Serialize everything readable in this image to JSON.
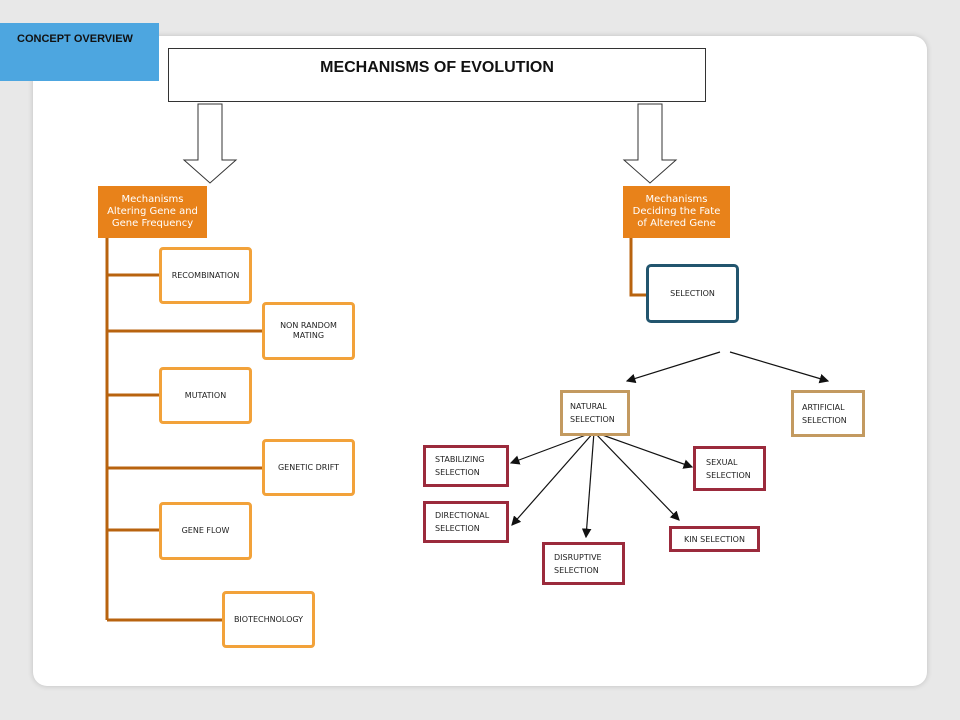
{
  "tag": {
    "label": "CONCEPT OVERVIEW"
  },
  "title": "MECHANISMS OF EVOLUTION",
  "left_branch": {
    "heading": "Mechanisms Altering Gene and Gene Frequency",
    "items": [
      "RECOMBINATION",
      "NON RANDOM MATING",
      "MUTATION",
      "GENETIC DRIFT",
      "GENE FLOW",
      "BIOTECHNOLOGY"
    ]
  },
  "right_branch": {
    "heading": "Mechanisms Deciding the Fate of Altered Gene",
    "selection": "SELECTION",
    "natural": "NATURAL SELECTION",
    "artificial": "ARTIFICIAL SELECTION",
    "natural_types": {
      "stabilizing": "STABILIZING SELECTION",
      "directional": "DIRECTIONAL SELECTION",
      "disruptive": "DISRUPTIVE SELECTION",
      "sexual": "SEXUAL SELECTION",
      "kin": "KIN SELECTION"
    }
  },
  "colors": {
    "accent_orange": "#e8821a",
    "outline_orange": "#f2a23a",
    "connector_brown": "#b8630f",
    "selection_blue": "#22556e",
    "natural_tan": "#c39a60",
    "types_red": "#9b2a3c",
    "tag_blue": "#4da6e0"
  }
}
